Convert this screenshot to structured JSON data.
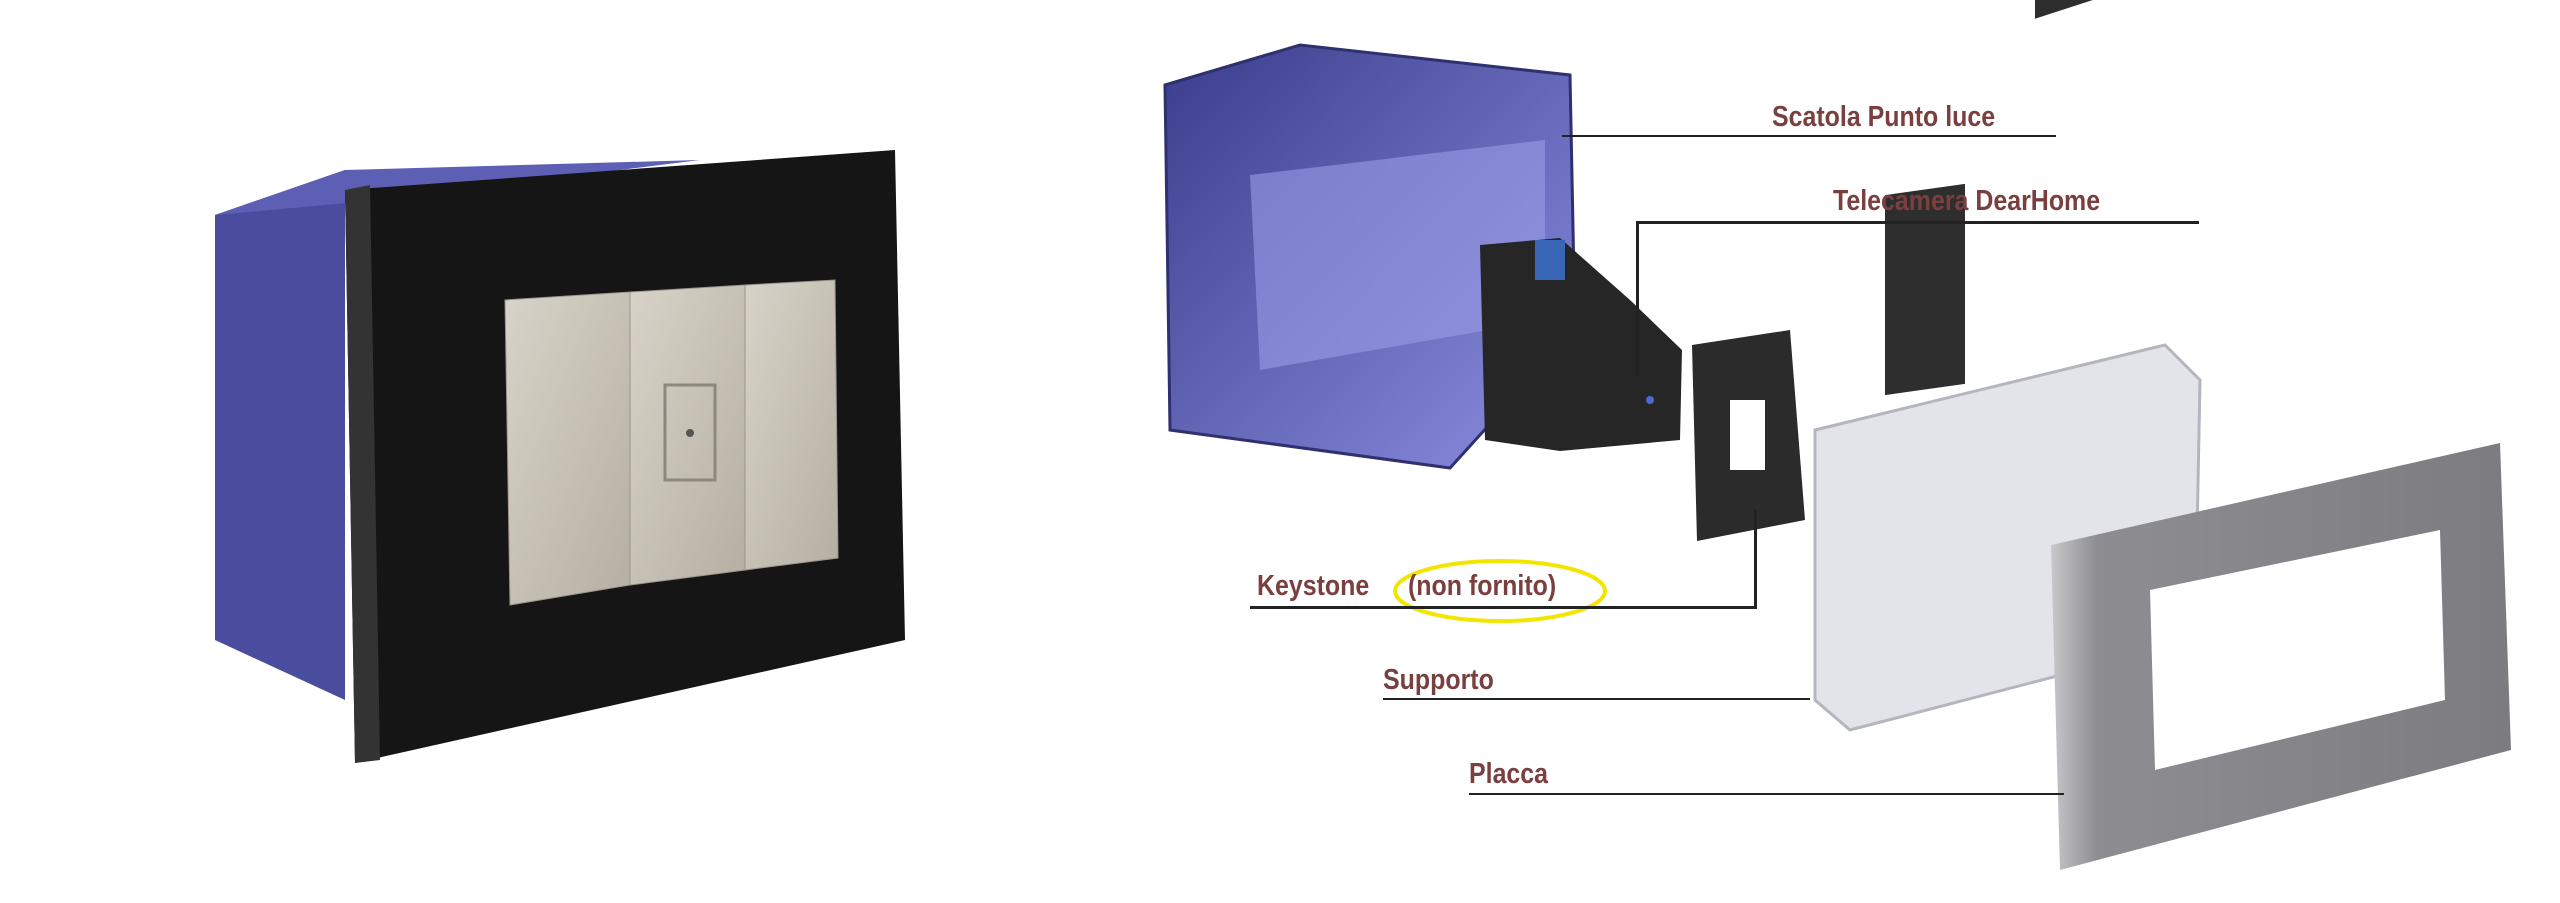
{
  "labels": {
    "box": "Scatola Punto luce",
    "camera": "Telecamera DearHome",
    "keystone": "Keystone",
    "keystone_note": "(non fornito)",
    "support": "Supporto",
    "plate": "Placca"
  },
  "colors": {
    "label_text": "#7a3f3f",
    "highlight_ellipse": "#f2e600",
    "box_blue": "#6f70c8",
    "plate_black": "#1a1a1a",
    "plate_grey": "#8a8a8e"
  }
}
